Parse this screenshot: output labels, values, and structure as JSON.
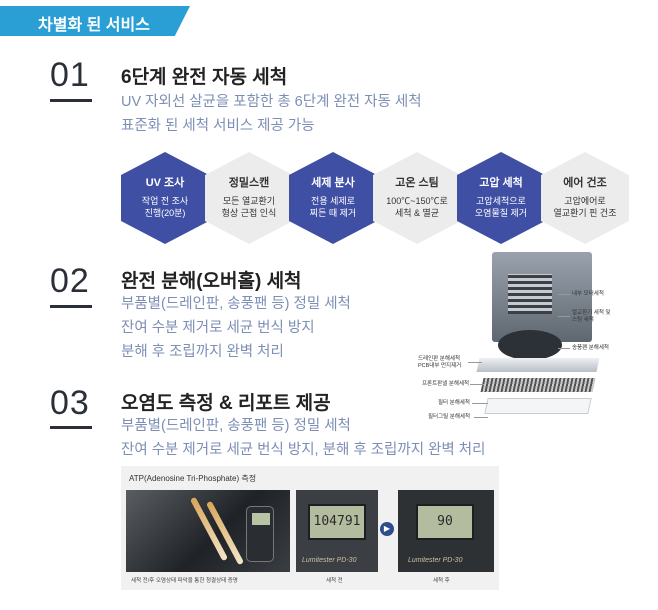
{
  "header": {
    "title": "차별화 된 서비스"
  },
  "sections": [
    {
      "num": "01",
      "title": "6단계 완전 자동 세척",
      "desc": [
        "UV 자외선 살균을 포함한 총 6단계 완전 자동 세척",
        "표준화 된 세척 서비스 제공 가능"
      ]
    },
    {
      "num": "02",
      "title": "완전 분해(오버홀) 세척",
      "desc": [
        "부품별(드레인판, 송풍팬 등) 정밀 세척",
        "잔여 수분 제거로 세균 번식 방지",
        "분해 후 조립까지 완벽 처리"
      ]
    },
    {
      "num": "03",
      "title": "오염도 측정 & 리포트 제공",
      "desc": [
        "부품별(드레인판, 송풍팬 등) 정밀 세척",
        "잔여 수분 제거로 세균 번식 방지, 분해 후 조립까지 완벽 처리"
      ]
    }
  ],
  "steps": [
    {
      "title": "UV 조사",
      "desc": [
        "작업 전 조사",
        "진행(20분)"
      ],
      "style": "dark"
    },
    {
      "title": "정밀스캔",
      "desc": [
        "모든 열교환기",
        "형상 근접 인식"
      ],
      "style": "light"
    },
    {
      "title": "세제 분사",
      "desc": [
        "전용 세제로",
        "찌든 때 제거"
      ],
      "style": "dark"
    },
    {
      "title": "고온 스팀",
      "desc": [
        "100℃~150℃로",
        "세척 & 멸균"
      ],
      "style": "light"
    },
    {
      "title": "고압 세척",
      "desc": [
        "고압세척으로",
        "오염물질 제거"
      ],
      "style": "dark"
    },
    {
      "title": "에어 건조",
      "desc": [
        "고압에어로",
        "열교환기 핀 건조"
      ],
      "style": "light"
    }
  ],
  "unit_labels": {
    "motor": "내부 모터세척",
    "heat_exchanger": [
      "열교환기 세척 및",
      "스팀 세척"
    ],
    "blower": "송풍팬 분해세척",
    "drain": [
      "드레인판 분해세척",
      "PCB내부 먼지제거"
    ],
    "front_panel": "프론트판넬 분해세척",
    "filter": "필터 분해세척",
    "grille": "필터그릴 분해세척"
  },
  "atp": {
    "title": "ATP(Adenosine Tri-Phosphate) 측정",
    "before_value": "104791",
    "after_value": "90",
    "brand": "Lumitester PD-30",
    "caption_photo": "세척 전/후 오염상태 파악을 통한 청결상태 증명",
    "caption_before": "세척 전",
    "caption_after": "세척 후"
  },
  "colors": {
    "ribbon": "#2a9fd6",
    "hex_dark": "#3f4fa3",
    "hex_light": "#ececec",
    "desc_text": "#7d8fb5"
  }
}
